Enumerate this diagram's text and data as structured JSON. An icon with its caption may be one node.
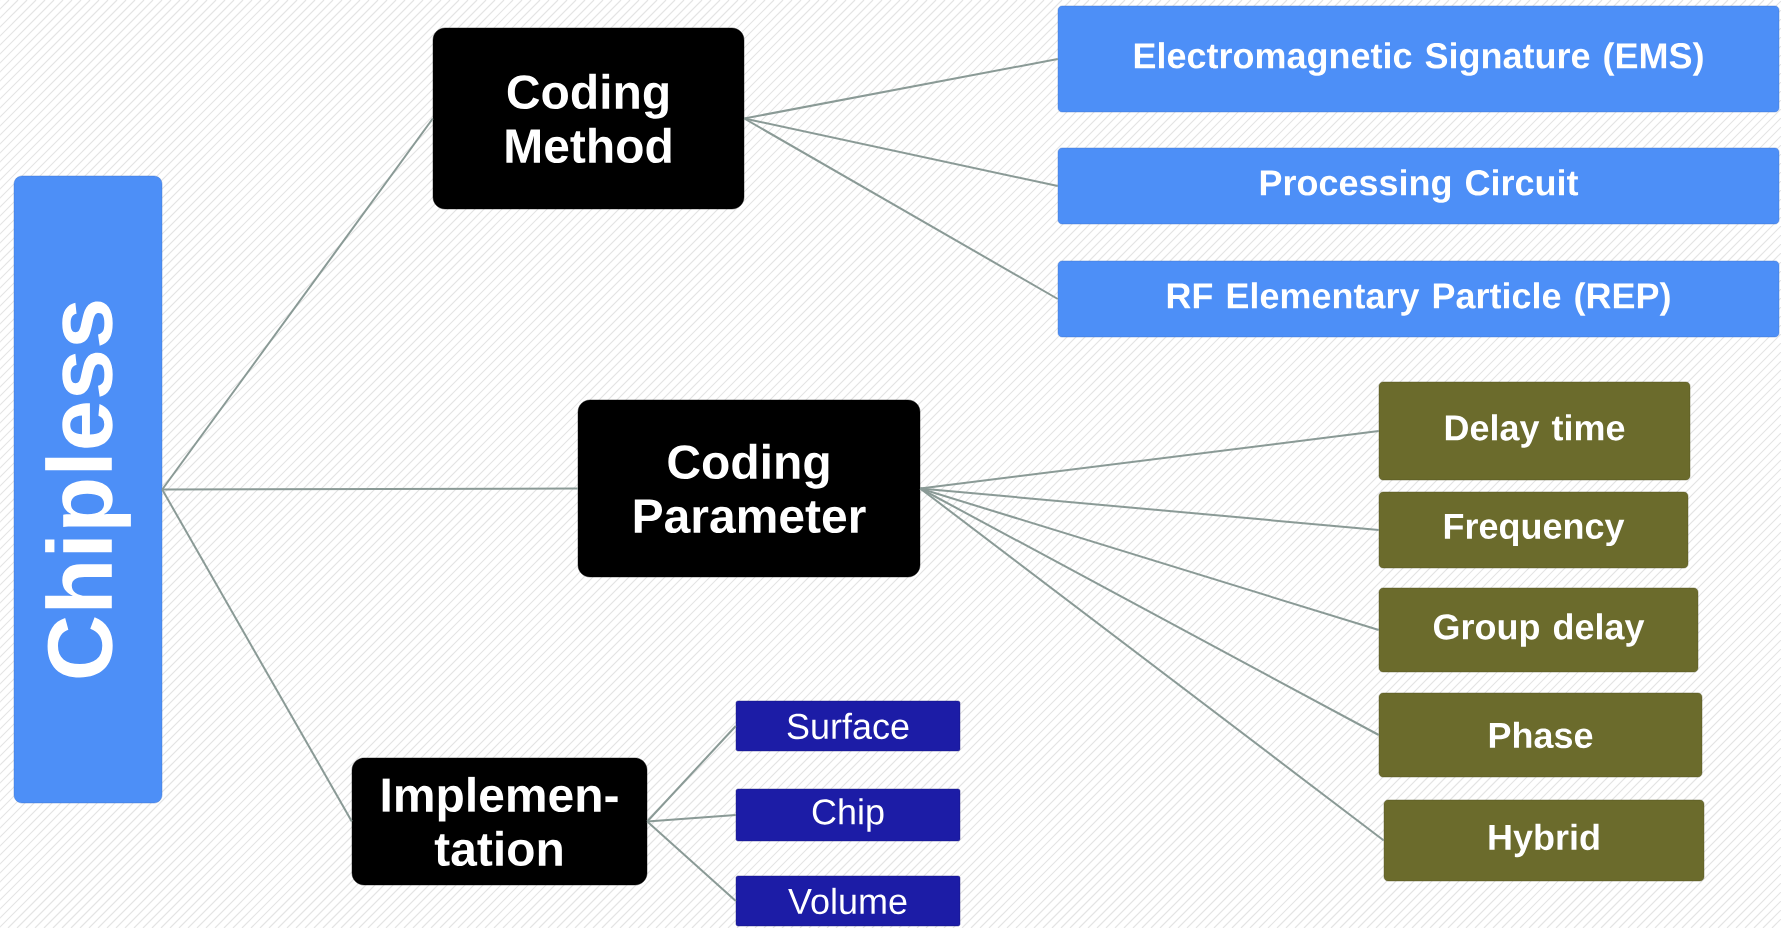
{
  "diagram": {
    "nodes": [
      {
        "text": [
          "Chipless"
        ]
      },
      {
        "text": [
          "Coding Method"
        ]
      },
      {
        "text": [
          "Coding Parameter"
        ]
      },
      {
        "text": [
          "Implemen- tation"
        ]
      },
      {
        "text": [
          "Electromagnetic Signature (EMS)"
        ]
      },
      {
        "text": [
          "Processing Circuit"
        ]
      },
      {
        "text": [
          "RF Elementary Particle (REP)"
        ]
      },
      {
        "text": [
          "Delay time"
        ]
      },
      {
        "text": [
          "Frequency"
        ]
      },
      {
        "text": [
          "Group delay"
        ]
      },
      {
        "text": [
          "Phase"
        ]
      },
      {
        "text": [
          "Hybrid"
        ]
      },
      {
        "text": [
          "Surface"
        ]
      },
      {
        "text": [
          "Chip"
        ]
      },
      {
        "text": [
          "Volume"
        ]
      }
    ],
    "edges": [
      {
        "from": 0,
        "to": 1,
        "arrow": "none"
      },
      {
        "from": 0,
        "to": 2,
        "arrow": "none"
      },
      {
        "from": 0,
        "to": 3,
        "arrow": "none"
      },
      {
        "from": 1,
        "to": 4,
        "arrow": "none"
      },
      {
        "from": 1,
        "to": 5,
        "arrow": "none"
      },
      {
        "from": 1,
        "to": 6,
        "arrow": "none"
      },
      {
        "from": 2,
        "to": 7,
        "arrow": "none"
      },
      {
        "from": 2,
        "to": 8,
        "arrow": "none"
      },
      {
        "from": 2,
        "to": 9,
        "arrow": "none"
      },
      {
        "from": 2,
        "to": 10,
        "arrow": "none"
      },
      {
        "from": 2,
        "to": 11,
        "arrow": "none"
      },
      {
        "from": 3,
        "to": 12,
        "arrow": "none"
      },
      {
        "from": 3,
        "to": 13,
        "arrow": "none"
      },
      {
        "from": 3,
        "to": 14,
        "arrow": "none"
      }
    ]
  }
}
